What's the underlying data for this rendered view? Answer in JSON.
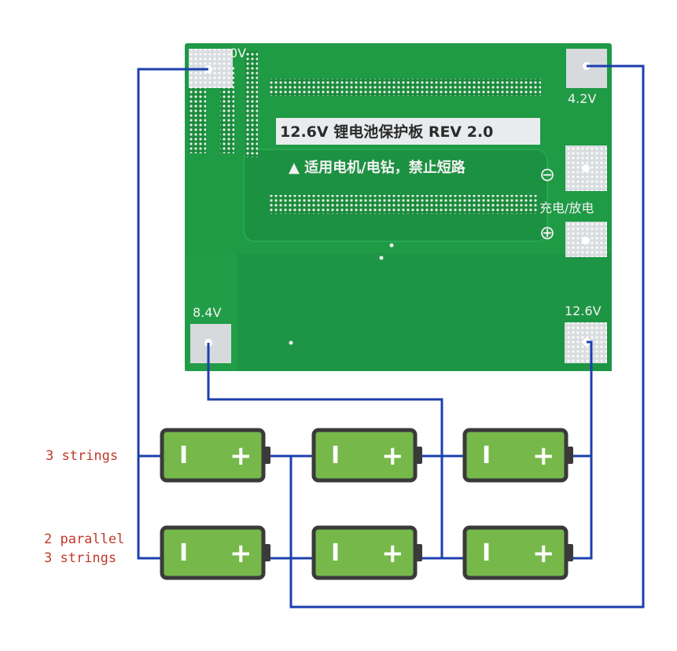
{
  "board": {
    "title": "12.6V 锂电池保护板 REV 2.0",
    "warning": "适用电机/电钻，禁止短路",
    "charge_discharge": "充电/放电",
    "pad_0v": "0V",
    "pad_4v2": "4.2V",
    "pad_8v4": "8.4V",
    "pad_12v6": "12.6V",
    "minus_symbol": "⊖",
    "plus_symbol": "⊕",
    "board_color": "#1f9a45",
    "wire_color": "#1c3fae"
  },
  "labels": {
    "series": "3 strings",
    "parallel_line1": "2 parallel",
    "parallel_line2": "3 strings"
  },
  "cells": [
    {
      "neg": "I",
      "pos": "+"
    },
    {
      "neg": "I",
      "pos": "+"
    },
    {
      "neg": "I",
      "pos": "+"
    },
    {
      "neg": "I",
      "pos": "+"
    },
    {
      "neg": "I",
      "pos": "+"
    },
    {
      "neg": "I",
      "pos": "+"
    }
  ],
  "colors": {
    "cell_fill": "#76b84a",
    "cell_border": "#3a3a3a",
    "label_red": "#c0392b"
  }
}
